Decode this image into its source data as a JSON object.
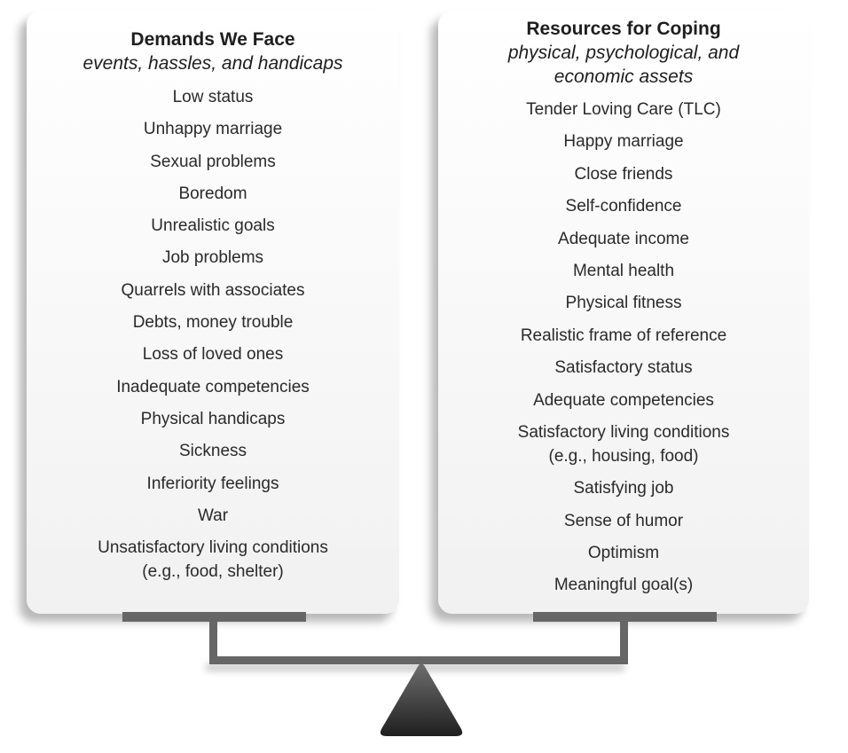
{
  "demands": {
    "title": "Demands We Face",
    "subtitle": "events, hassles, and handicaps",
    "items": [
      "Low status",
      "Unhappy marriage",
      "Sexual problems",
      "Boredom",
      "Unrealistic goals",
      "Job problems",
      "Quarrels with associates",
      "Debts, money trouble",
      "Loss of loved ones",
      "Inadequate competencies",
      "Physical handicaps",
      "Sickness",
      "Inferiority feelings",
      "War",
      "Unsatisfactory living conditions\n(e.g., food, shelter)"
    ]
  },
  "resources": {
    "title": "Resources for Coping",
    "subtitle": "physical, psychological, and economic assets",
    "items": [
      "Tender Loving Care (TLC)",
      "Happy marriage",
      "Close friends",
      "Self-confidence",
      "Adequate income",
      "Mental health",
      "Physical fitness",
      "Realistic frame of reference",
      "Satisfactory status",
      "Adequate competencies",
      "Satisfactory living conditions\n(e.g., housing, food)",
      "Satisfying job",
      "Sense of humor",
      "Optimism",
      "Meaningful goal(s)"
    ]
  },
  "colors": {
    "scale": "#666666",
    "fulcrum_light": "#6e6e6e",
    "fulcrum_dark": "#1f1f1f"
  }
}
